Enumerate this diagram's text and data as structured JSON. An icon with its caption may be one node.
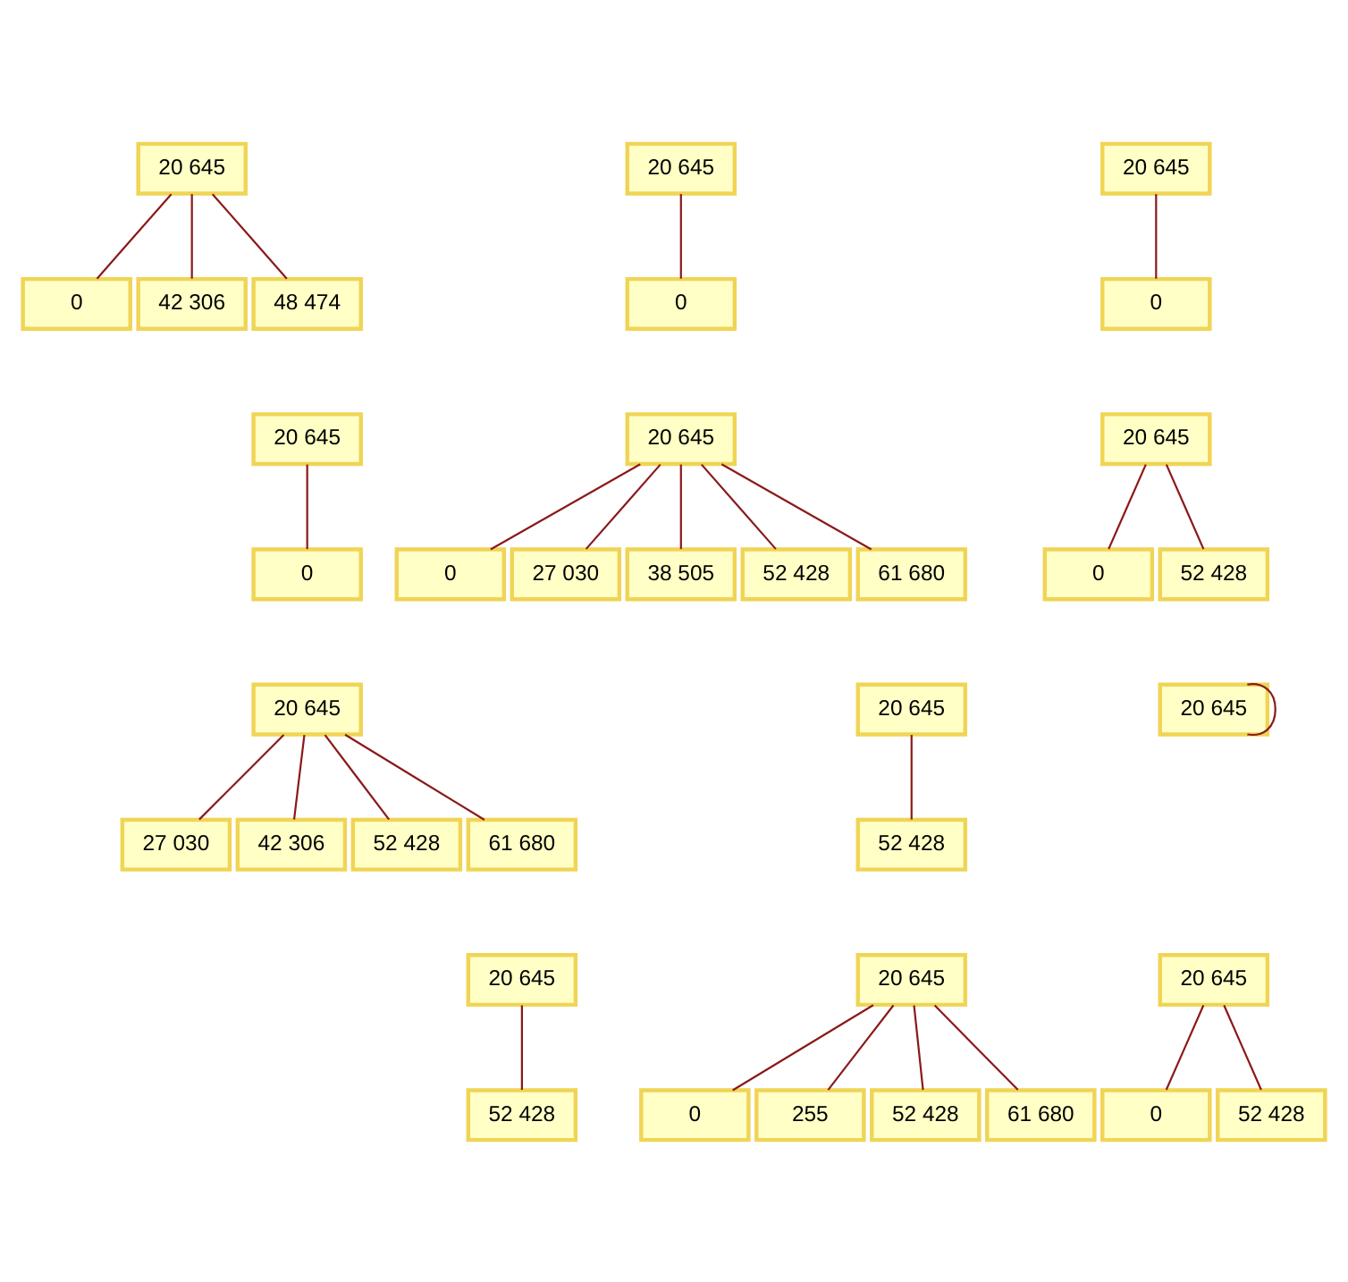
{
  "diagram": {
    "nodes": [
      {
        "text": [
          "20 645"
        ]
      },
      {
        "text": [
          "0"
        ]
      },
      {
        "text": [
          "42 306"
        ]
      },
      {
        "text": [
          "48 474"
        ]
      },
      {
        "text": [
          "20 645"
        ]
      },
      {
        "text": [
          "0"
        ]
      },
      {
        "text": [
          "20 645"
        ]
      },
      {
        "text": [
          "0"
        ]
      },
      {
        "text": [
          "20 645"
        ]
      },
      {
        "text": [
          "0"
        ]
      },
      {
        "text": [
          "20 645"
        ]
      },
      {
        "text": [
          "0"
        ]
      },
      {
        "text": [
          "27 030"
        ]
      },
      {
        "text": [
          "38 505"
        ]
      },
      {
        "text": [
          "52 428"
        ]
      },
      {
        "text": [
          "61 680"
        ]
      },
      {
        "text": [
          "20 645"
        ]
      },
      {
        "text": [
          "0"
        ]
      },
      {
        "text": [
          "52 428"
        ]
      },
      {
        "text": [
          "20 645"
        ]
      },
      {
        "text": [
          "27 030"
        ]
      },
      {
        "text": [
          "42 306"
        ]
      },
      {
        "text": [
          "52 428"
        ]
      },
      {
        "text": [
          "61 680"
        ]
      },
      {
        "text": [
          "20 645"
        ]
      },
      {
        "text": [
          "52 428"
        ]
      },
      {
        "text": [
          "20 645"
        ]
      },
      {
        "text": [
          "20 645"
        ]
      },
      {
        "text": [
          "52 428"
        ]
      },
      {
        "text": [
          "20 645"
        ]
      },
      {
        "text": [
          "0"
        ]
      },
      {
        "text": [
          "255"
        ]
      },
      {
        "text": [
          "52 428"
        ]
      },
      {
        "text": [
          "61 680"
        ]
      },
      {
        "text": [
          "20 645"
        ]
      },
      {
        "text": [
          "0"
        ]
      },
      {
        "text": [
          "52 428"
        ]
      }
    ],
    "edges": [
      {
        "from": 0,
        "to": 1,
        "arrow": "none"
      },
      {
        "from": 0,
        "to": 2,
        "arrow": "none"
      },
      {
        "from": 0,
        "to": 3,
        "arrow": "none"
      },
      {
        "from": 4,
        "to": 5,
        "arrow": "none"
      },
      {
        "from": 6,
        "to": 7,
        "arrow": "none"
      },
      {
        "from": 8,
        "to": 9,
        "arrow": "none"
      },
      {
        "from": 10,
        "to": 11,
        "arrow": "none"
      },
      {
        "from": 10,
        "to": 12,
        "arrow": "none"
      },
      {
        "from": 10,
        "to": 13,
        "arrow": "none"
      },
      {
        "from": 10,
        "to": 14,
        "arrow": "none"
      },
      {
        "from": 10,
        "to": 15,
        "arrow": "none"
      },
      {
        "from": 16,
        "to": 17,
        "arrow": "none"
      },
      {
        "from": 16,
        "to": 18,
        "arrow": "none"
      },
      {
        "from": 19,
        "to": 20,
        "arrow": "none"
      },
      {
        "from": 19,
        "to": 21,
        "arrow": "none"
      },
      {
        "from": 19,
        "to": 22,
        "arrow": "none"
      },
      {
        "from": 19,
        "to": 23,
        "arrow": "none"
      },
      {
        "from": 24,
        "to": 25,
        "arrow": "none"
      },
      {
        "from": 26,
        "to": 26,
        "arrow": "none"
      },
      {
        "from": 27,
        "to": 28,
        "arrow": "none"
      },
      {
        "from": 29,
        "to": 30,
        "arrow": "none"
      },
      {
        "from": 29,
        "to": 31,
        "arrow": "none"
      },
      {
        "from": 29,
        "to": 32,
        "arrow": "none"
      },
      {
        "from": 29,
        "to": 33,
        "arrow": "none"
      },
      {
        "from": 34,
        "to": 35,
        "arrow": "none"
      },
      {
        "from": 34,
        "to": 36,
        "arrow": "none"
      }
    ]
  }
}
